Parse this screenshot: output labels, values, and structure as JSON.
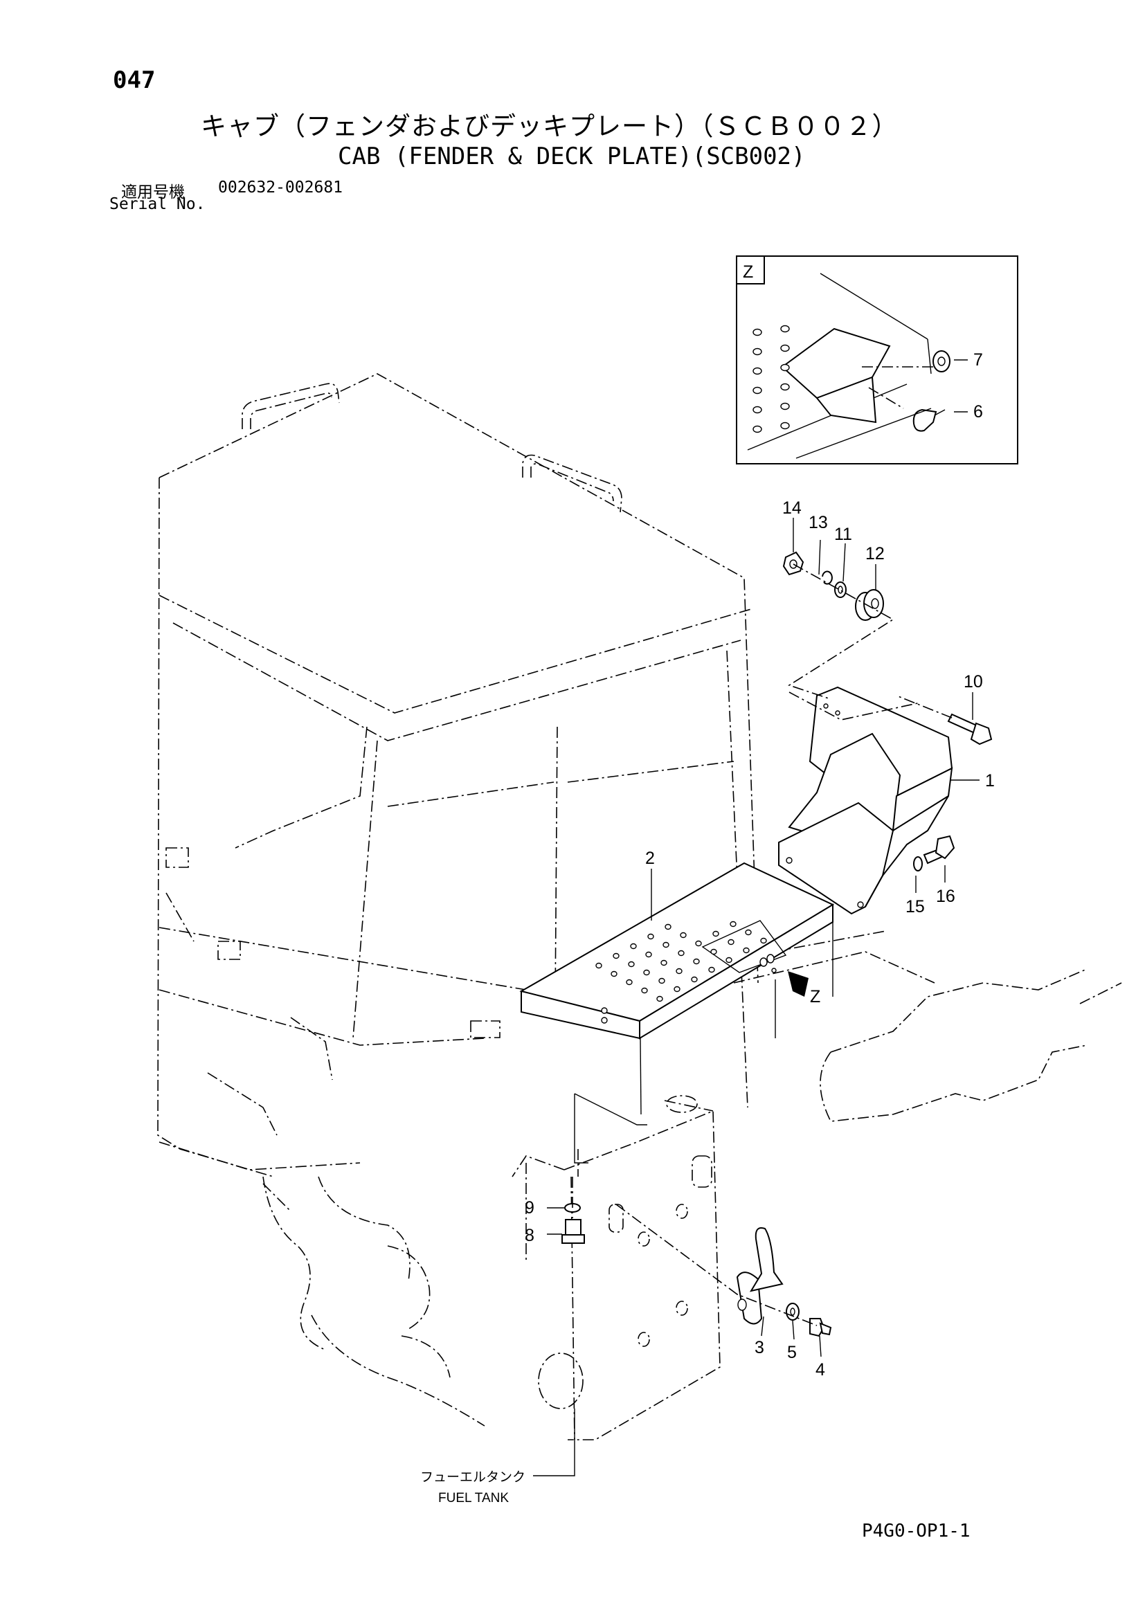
{
  "header": {
    "page_number": "047",
    "title_jp": "キャブ（フェンダおよびデッキプレート）（ＳＣＢ００２）",
    "title_en": "CAB (FENDER & DECK PLATE)(SCB002)",
    "serial_label_jp": "適用号機",
    "serial_range": "002632-002681",
    "serial_label_en": "Serial No."
  },
  "detail_view": {
    "label": "Z"
  },
  "view_arrow": {
    "label": "Z"
  },
  "callouts": {
    "p1": "1",
    "p2": "2",
    "p3": "3",
    "p4": "4",
    "p5": "5",
    "p6": "6",
    "p7": "7",
    "p8": "8",
    "p9": "9",
    "p10": "10",
    "p11": "11",
    "p12": "12",
    "p13": "13",
    "p14": "14",
    "p15": "15",
    "p16": "16"
  },
  "fuel_tank_label": {
    "jp": "フューエルタンク",
    "en": "FUEL TANK"
  },
  "footer": {
    "page_code": "P4G0-OP1-1"
  }
}
